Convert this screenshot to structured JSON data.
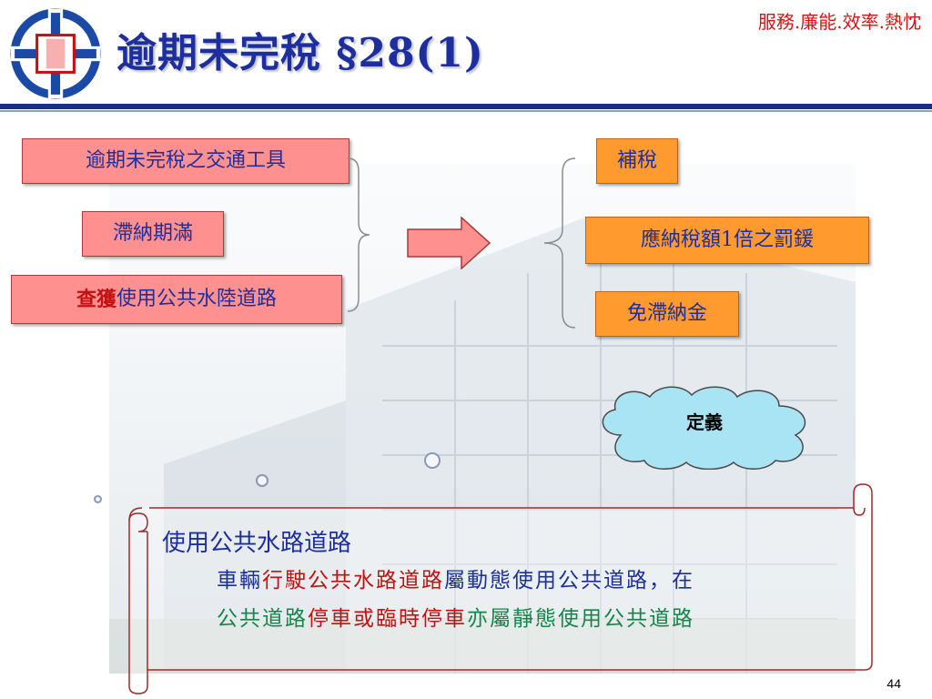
{
  "slide": {
    "title": "逾期未完稅 §28(1)",
    "slogan": "服務.廉能.效率.熱忱",
    "page_number": "44"
  },
  "conditions": [
    {
      "text": "逾期未完稅之交通工具"
    },
    {
      "text": "滯納期滿"
    },
    {
      "highlight": "查獲",
      "text": "使用公共水陸道路"
    }
  ],
  "consequences": [
    {
      "text": "補稅"
    },
    {
      "text": "應納稅額1倍之罰鍰"
    },
    {
      "text": "免滯納金"
    }
  ],
  "definition_cloud": "定義",
  "definition": {
    "heading": "使用公共水路道路",
    "line1": {
      "a": "車輛",
      "b": "行駛公共水路道路",
      "c": "屬動態使用公共道路，在"
    },
    "line2": {
      "a": "公共道路",
      "b": "停車或臨時停車",
      "c": "亦屬靜態使用公共道路"
    }
  },
  "colors": {
    "title_blue": "#1d2f9e",
    "slogan_red": "#d81414",
    "pink_box": "#ff9090",
    "orange_box": "#ff9a2e",
    "header_bar": "#1a2f86"
  }
}
